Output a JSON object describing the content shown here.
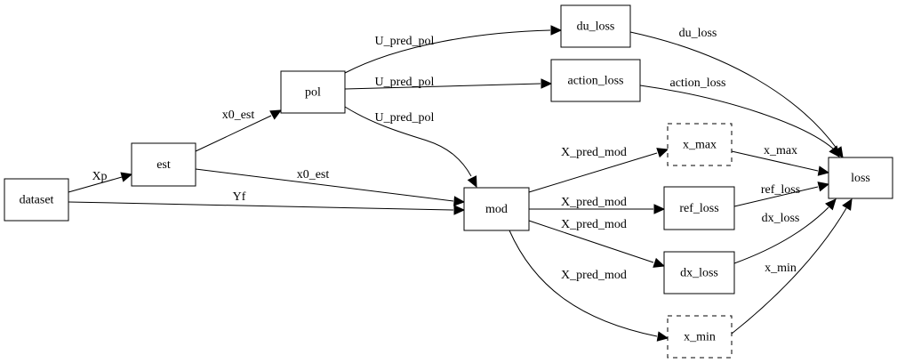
{
  "colors": {
    "default": "#000000",
    "loss_term": "#ff0000"
  },
  "nodes": {
    "dataset": {
      "label": "dataset",
      "style": "solid",
      "color": "default"
    },
    "est": {
      "label": "est",
      "style": "solid",
      "color": "default"
    },
    "pol": {
      "label": "pol",
      "style": "solid",
      "color": "default"
    },
    "mod": {
      "label": "mod",
      "style": "solid",
      "color": "default"
    },
    "du_loss": {
      "label": "du_loss",
      "style": "solid",
      "color": "loss_term"
    },
    "action_loss": {
      "label": "action_loss",
      "style": "solid",
      "color": "loss_term"
    },
    "x_max": {
      "label": "x_max",
      "style": "dashed",
      "color": "loss_term"
    },
    "ref_loss": {
      "label": "ref_loss",
      "style": "solid",
      "color": "loss_term"
    },
    "dx_loss": {
      "label": "dx_loss",
      "style": "solid",
      "color": "loss_term"
    },
    "x_min": {
      "label": "x_min",
      "style": "dashed",
      "color": "loss_term"
    },
    "loss": {
      "label": "loss",
      "style": "solid",
      "color": "default"
    }
  },
  "edges": [
    {
      "id": "dataset-est",
      "from": "dataset",
      "to": "est",
      "label": "Xp"
    },
    {
      "id": "dataset-mod",
      "from": "dataset",
      "to": "mod",
      "label": "Yf"
    },
    {
      "id": "est-pol",
      "from": "est",
      "to": "pol",
      "label": "x0_est"
    },
    {
      "id": "est-mod",
      "from": "est",
      "to": "mod",
      "label": "x0_est"
    },
    {
      "id": "pol-du_loss",
      "from": "pol",
      "to": "du_loss",
      "label": "U_pred_pol"
    },
    {
      "id": "pol-action_loss",
      "from": "pol",
      "to": "action_loss",
      "label": "U_pred_pol"
    },
    {
      "id": "pol-mod",
      "from": "pol",
      "to": "mod",
      "label": "U_pred_pol"
    },
    {
      "id": "mod-x_max",
      "from": "mod",
      "to": "x_max",
      "label": "X_pred_mod"
    },
    {
      "id": "mod-ref_loss",
      "from": "mod",
      "to": "ref_loss",
      "label": "X_pred_mod"
    },
    {
      "id": "mod-dx_loss",
      "from": "mod",
      "to": "dx_loss",
      "label": "X_pred_mod"
    },
    {
      "id": "mod-x_min",
      "from": "mod",
      "to": "x_min",
      "label": "X_pred_mod"
    },
    {
      "id": "du_loss-loss",
      "from": "du_loss",
      "to": "loss",
      "label": "du_loss"
    },
    {
      "id": "action_loss-loss",
      "from": "action_loss",
      "to": "loss",
      "label": "action_loss"
    },
    {
      "id": "x_max-loss",
      "from": "x_max",
      "to": "loss",
      "label": "x_max"
    },
    {
      "id": "ref_loss-loss",
      "from": "ref_loss",
      "to": "loss",
      "label": "ref_loss"
    },
    {
      "id": "dx_loss-loss",
      "from": "dx_loss",
      "to": "loss",
      "label": "dx_loss"
    },
    {
      "id": "x_min-loss",
      "from": "x_min",
      "to": "loss",
      "label": "x_min"
    }
  ]
}
